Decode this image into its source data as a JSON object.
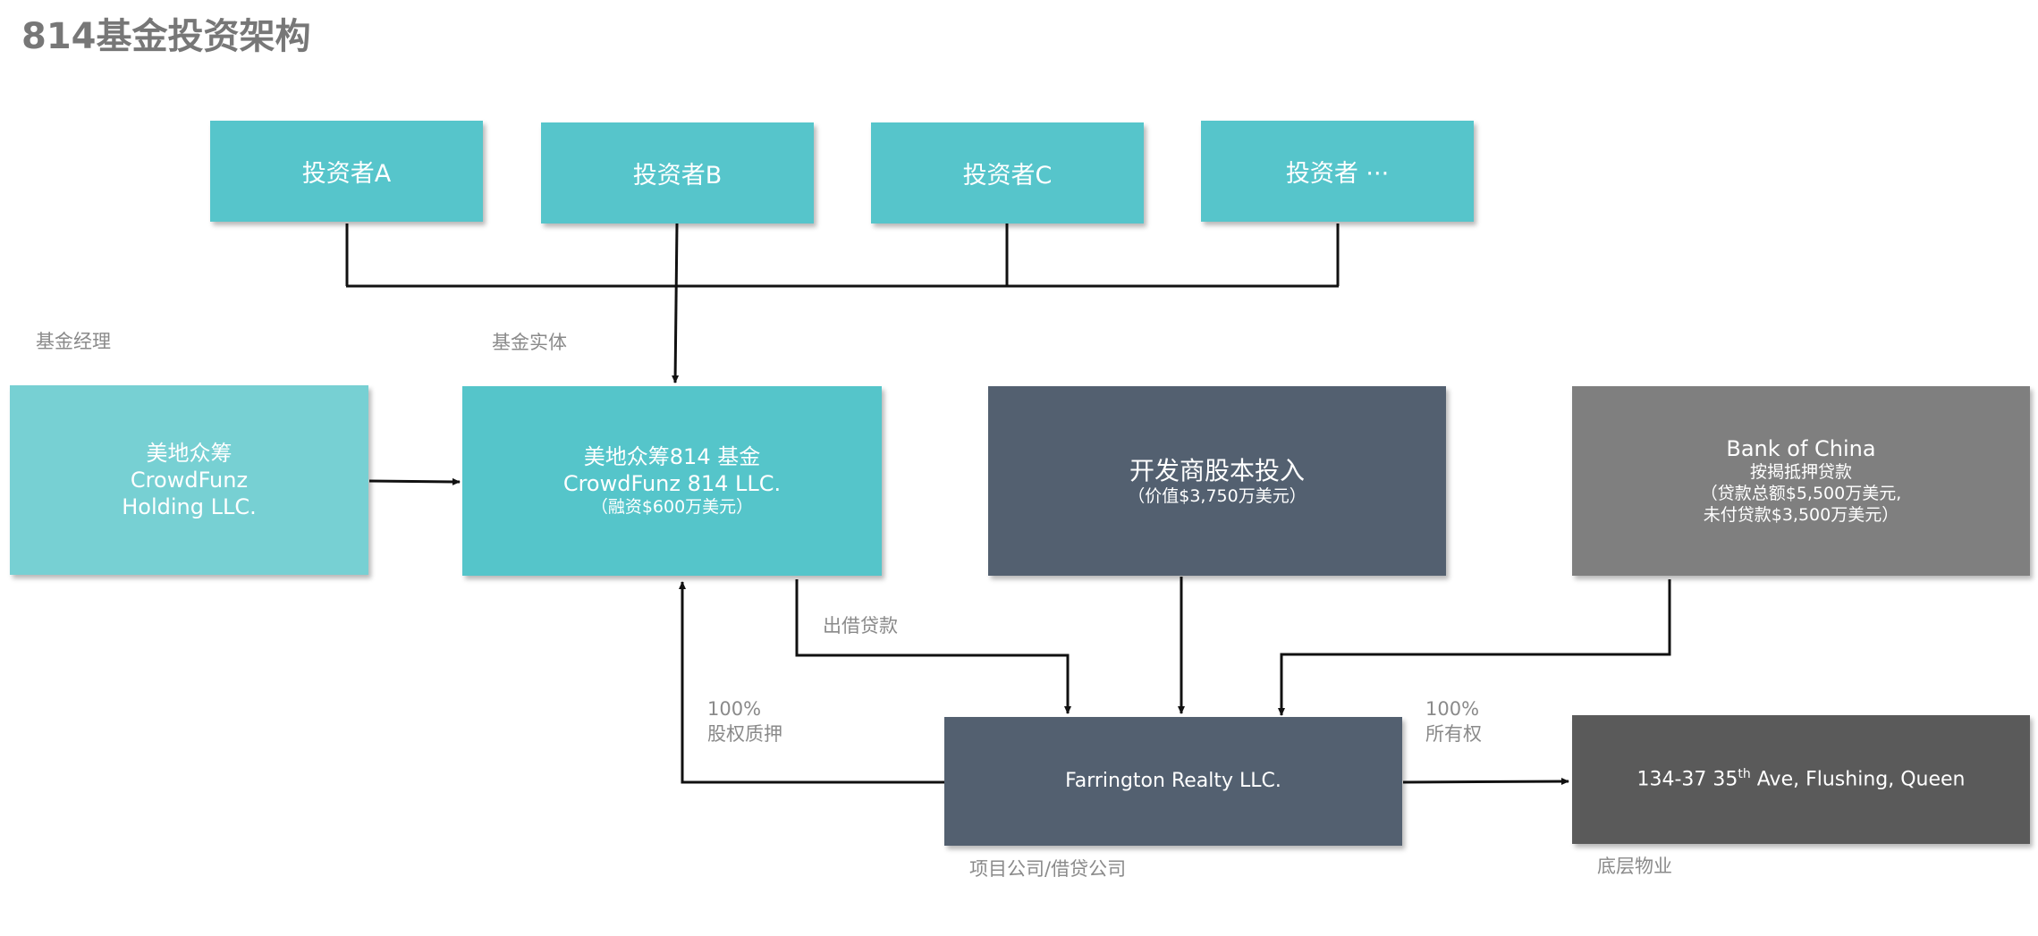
{
  "title": "814基金投资架构",
  "colors": {
    "investor": "#56c5cb",
    "manager": "#77d0d3",
    "fund": "#55c5ca",
    "developer": "#536070",
    "bank": "#7f7f7f",
    "project": "#536070",
    "property": "#5a5a5a",
    "line": "#111111"
  },
  "investors": [
    {
      "label": "投资者A"
    },
    {
      "label": "投资者B"
    },
    {
      "label": "投资者C"
    },
    {
      "label": "投资者 ···"
    }
  ],
  "labels": {
    "manager_caption": "基金经理",
    "fund_caption": "基金实体",
    "loan_out": "出借贷款",
    "pledge_pct": "100%",
    "pledge_text": "股权质押",
    "ownership_pct": "100%",
    "ownership_text": "所有权",
    "project_caption": "项目公司/借贷公司",
    "property_caption": "底层物业"
  },
  "boxes": {
    "manager": {
      "line1": "美地众筹",
      "line2": "CrowdFunz",
      "line3": "Holding LLC."
    },
    "fund": {
      "line1": "美地众筹814 基金",
      "line2": "CrowdFunz 814 LLC.",
      "line3": "（融资$600万美元）"
    },
    "developer": {
      "line1": "开发商股本投入",
      "line2": "（价值$3,750万美元）"
    },
    "bank": {
      "line1": "Bank of China",
      "line2": "按揭抵押贷款",
      "line3": "（贷款总额$5,500万美元,",
      "line4": "未付贷款$3,500万美元）"
    },
    "project": {
      "line1": "Farrington Realty LLC."
    },
    "property": {
      "line1": "134-37 35",
      "sup": "th",
      "line2": " Ave, Flushing, Queen"
    }
  }
}
